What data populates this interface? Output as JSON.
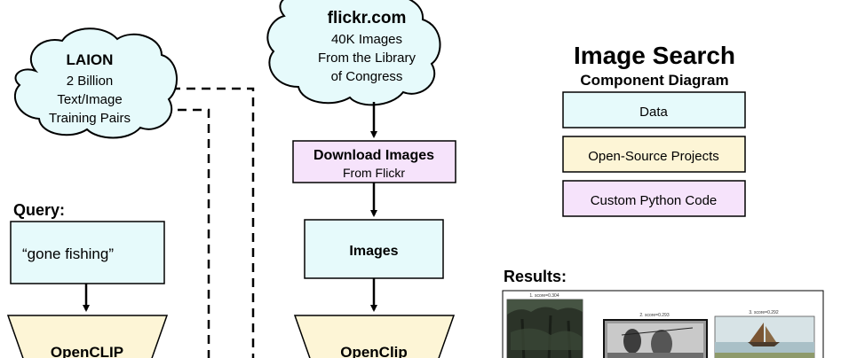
{
  "colors": {
    "data_fill": "#e6fafb",
    "open_source_fill": "#fdf5d6",
    "custom_code_fill": "#f6e3fb",
    "cloud_fill": "#e6fafb",
    "stroke": "#000000"
  },
  "legend": {
    "title": "Image Search",
    "subtitle": "Component Diagram",
    "items": [
      "Data",
      "Open-Source Projects",
      "Custom Python Code"
    ]
  },
  "laion_cloud": {
    "title": "LAION",
    "lines": [
      "2 Billion",
      "Text/Image",
      "Training Pairs"
    ]
  },
  "flickr_cloud": {
    "title": "flickr.com",
    "lines": [
      "40K Images",
      "From the Library",
      "of Congress"
    ]
  },
  "download_box": {
    "title": "Download Images",
    "subtitle": "From Flickr"
  },
  "images_box": {
    "label": "Images"
  },
  "query": {
    "label": "Query:",
    "value": "“gone fishing”"
  },
  "opencl_left": {
    "label": "OpenCLIP"
  },
  "opencl_right": {
    "label": "OpenClip"
  },
  "results": {
    "label": "Results:",
    "thumbnails": [
      {
        "caption": "1. score=0.304",
        "icon": "dark-forest-photo"
      },
      {
        "caption": "2. score=0.293",
        "icon": "fishing-people-photo"
      },
      {
        "caption": "3. score=0.292",
        "icon": "sailboat-photo"
      }
    ]
  }
}
